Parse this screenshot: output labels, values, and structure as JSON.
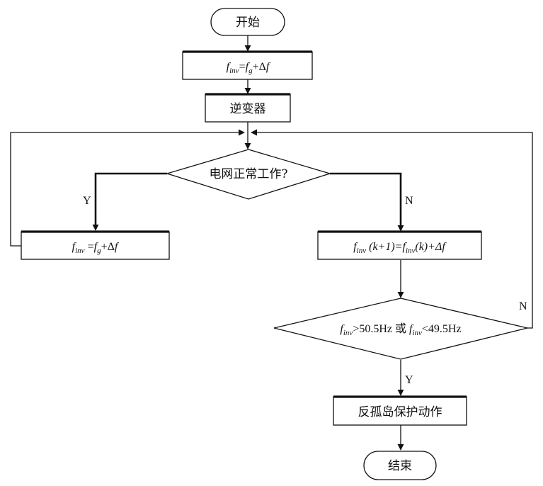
{
  "diagram": {
    "nodes": {
      "start": {
        "label": "开始"
      },
      "set_freq": {
        "f": "f",
        "inv": "inv",
        "eq": "=",
        "g": "g",
        "plus": "+Δ",
        "df": "f"
      },
      "inverter": {
        "label": "逆变器"
      },
      "grid_check": {
        "label": "电网正常工作?"
      },
      "yes_set": {
        "f": "f",
        "inv": "inv",
        "eq": " =",
        "g": "g",
        "plus": "+Δ",
        "df": "f"
      },
      "no_update": {
        "f": "f",
        "inv": "inv",
        "k1": " (k+1)=",
        "f2": "f",
        "inv2": "inv",
        "k": "(k)+Δ",
        "df": "f"
      },
      "freq_check": {
        "f": "f",
        "inv": "inv",
        "gt": ">50.5Hz  或   ",
        "f2": "f",
        "inv2": "inv",
        "lt": "<49.5Hz"
      },
      "protect": {
        "label": "反孤岛保护动作"
      },
      "end": {
        "label": "结束"
      }
    },
    "edge_labels": {
      "grid_yes": "Y",
      "grid_no": "N",
      "freq_no": "N",
      "freq_yes": "Y"
    }
  }
}
